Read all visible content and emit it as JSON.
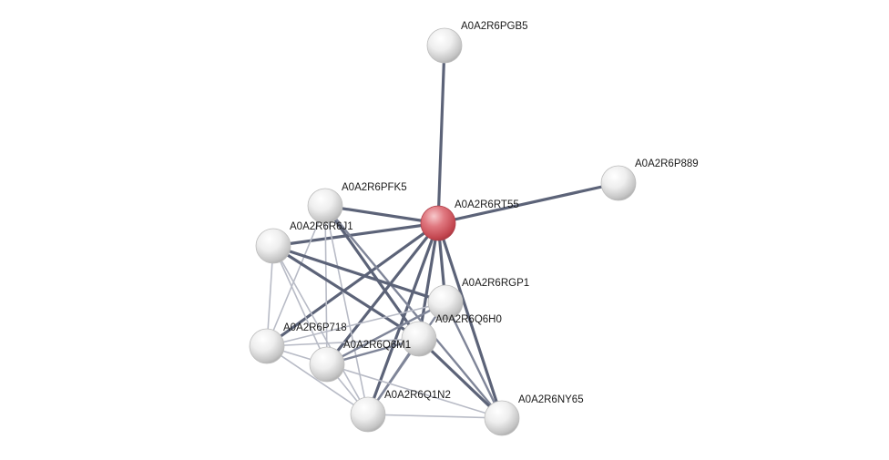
{
  "network": {
    "nodes": [
      {
        "id": "A0A2R6RT55",
        "label": "A0A2R6RT55",
        "query": true
      },
      {
        "id": "A0A2R6PGB5",
        "label": "A0A2R6PGB5"
      },
      {
        "id": "A0A2R6P889",
        "label": "A0A2R6P889"
      },
      {
        "id": "A0A2R6PFK5",
        "label": "A0A2R6PFK5"
      },
      {
        "id": "A0A2R6R6J1",
        "label": "A0A2R6R6J1"
      },
      {
        "id": "A0A2R6RGP1",
        "label": "A0A2R6RGP1"
      },
      {
        "id": "A0A2R6Q6H0",
        "label": "A0A2R6Q6H0"
      },
      {
        "id": "A0A2R6P718",
        "label": "A0A2R6P718"
      },
      {
        "id": "A0A2R6Q6M1",
        "label": "A0A2R6Q6M1"
      },
      {
        "id": "A0A2R6Q1N2",
        "label": "A0A2R6Q1N2"
      },
      {
        "id": "A0A2R6NY65",
        "label": "A0A2R6NY65"
      }
    ],
    "edges": [
      {
        "a": "A0A2R6RT55",
        "b": "A0A2R6PGB5",
        "strength": "strong"
      },
      {
        "a": "A0A2R6RT55",
        "b": "A0A2R6P889",
        "strength": "strong"
      },
      {
        "a": "A0A2R6RT55",
        "b": "A0A2R6PFK5",
        "strength": "strong"
      },
      {
        "a": "A0A2R6RT55",
        "b": "A0A2R6R6J1",
        "strength": "strong"
      },
      {
        "a": "A0A2R6RT55",
        "b": "A0A2R6RGP1",
        "strength": "strong"
      },
      {
        "a": "A0A2R6RT55",
        "b": "A0A2R6Q6H0",
        "strength": "strong"
      },
      {
        "a": "A0A2R6RT55",
        "b": "A0A2R6P718",
        "strength": "strong"
      },
      {
        "a": "A0A2R6RT55",
        "b": "A0A2R6Q6M1",
        "strength": "strong"
      },
      {
        "a": "A0A2R6RT55",
        "b": "A0A2R6Q1N2",
        "strength": "strong"
      },
      {
        "a": "A0A2R6RT55",
        "b": "A0A2R6NY65",
        "strength": "strong"
      },
      {
        "a": "A0A2R6PFK5",
        "b": "A0A2R6Q6H0",
        "strength": "strong"
      },
      {
        "a": "A0A2R6PFK5",
        "b": "A0A2R6NY65",
        "strength": "medium"
      },
      {
        "a": "A0A2R6PFK5",
        "b": "A0A2R6P718",
        "strength": "weak"
      },
      {
        "a": "A0A2R6PFK5",
        "b": "A0A2R6Q6M1",
        "strength": "weak"
      },
      {
        "a": "A0A2R6PFK5",
        "b": "A0A2R6Q1N2",
        "strength": "weak"
      },
      {
        "a": "A0A2R6R6J1",
        "b": "A0A2R6RGP1",
        "strength": "strong"
      },
      {
        "a": "A0A2R6R6J1",
        "b": "A0A2R6Q6H0",
        "strength": "strong"
      },
      {
        "a": "A0A2R6R6J1",
        "b": "A0A2R6P718",
        "strength": "weak"
      },
      {
        "a": "A0A2R6R6J1",
        "b": "A0A2R6Q6M1",
        "strength": "weak"
      },
      {
        "a": "A0A2R6R6J1",
        "b": "A0A2R6Q1N2",
        "strength": "weak"
      },
      {
        "a": "A0A2R6RGP1",
        "b": "A0A2R6Q6M1",
        "strength": "medium"
      },
      {
        "a": "A0A2R6RGP1",
        "b": "A0A2R6Q1N2",
        "strength": "medium"
      },
      {
        "a": "A0A2R6RGP1",
        "b": "A0A2R6NY65",
        "strength": "medium"
      },
      {
        "a": "A0A2R6RGP1",
        "b": "A0A2R6P718",
        "strength": "weak"
      },
      {
        "a": "A0A2R6Q6H0",
        "b": "A0A2R6P718",
        "strength": "weak"
      },
      {
        "a": "A0A2R6Q6H0",
        "b": "A0A2R6Q6M1",
        "strength": "medium"
      },
      {
        "a": "A0A2R6Q6H0",
        "b": "A0A2R6Q1N2",
        "strength": "medium"
      },
      {
        "a": "A0A2R6Q6H0",
        "b": "A0A2R6NY65",
        "strength": "strong"
      },
      {
        "a": "A0A2R6P718",
        "b": "A0A2R6Q6M1",
        "strength": "weak"
      },
      {
        "a": "A0A2R6P718",
        "b": "A0A2R6Q1N2",
        "strength": "weak"
      },
      {
        "a": "A0A2R6Q6M1",
        "b": "A0A2R6Q1N2",
        "strength": "weak"
      },
      {
        "a": "A0A2R6Q6M1",
        "b": "A0A2R6NY65",
        "strength": "weak"
      },
      {
        "a": "A0A2R6Q1N2",
        "b": "A0A2R6NY65",
        "strength": "weak"
      }
    ]
  },
  "colors": {
    "query_node": "#d4525a",
    "other_node": "#e6e6e6",
    "edge_strong": "#5c6378",
    "edge_medium": "#7f8598",
    "edge_weak": "#b8bbc6"
  }
}
